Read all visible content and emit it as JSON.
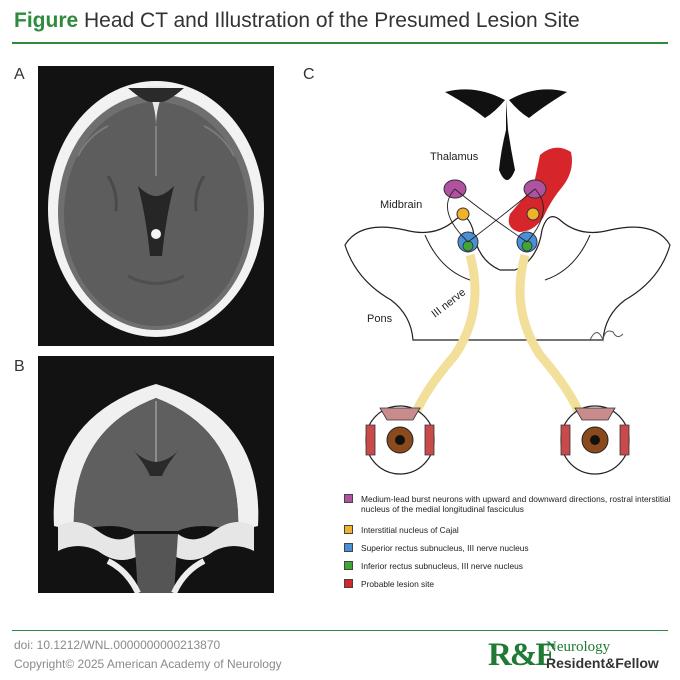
{
  "header": {
    "title_lead": "Figure",
    "title_rest": "Head CT and Illustration of the Presumed Lesion Site"
  },
  "panels": {
    "a": "A",
    "b": "B",
    "c": "C"
  },
  "diagram": {
    "labels": {
      "thalamus": "Thalamus",
      "midbrain": "Midbrain",
      "pons": "Pons",
      "nerve": "III nerve"
    }
  },
  "legend": {
    "items": [
      {
        "color": "#b0529f",
        "text": "Medium-lead burst neurons with upward and downward directions, rostral interstitial nucleus of the medial longitudinal fasciculus"
      },
      {
        "color": "#f2b12a",
        "text": "Interstitial nucleus of Cajal"
      },
      {
        "color": "#4a90d9",
        "text": "Superior rectus subnucleus, III nerve nucleus"
      },
      {
        "color": "#3fa535",
        "text": "Inferior rectus subnucleus, III nerve nucleus"
      },
      {
        "color": "#d7262b",
        "text": "Probable lesion site"
      }
    ]
  },
  "footer": {
    "doi": "doi: 10.1212/WNL.0000000000213870",
    "copyright": "Copyright© 2025 American Academy of Neurology"
  },
  "logo": {
    "mark": "R&F",
    "top": "Neurology",
    "bottom": "Resident&Fellow"
  }
}
